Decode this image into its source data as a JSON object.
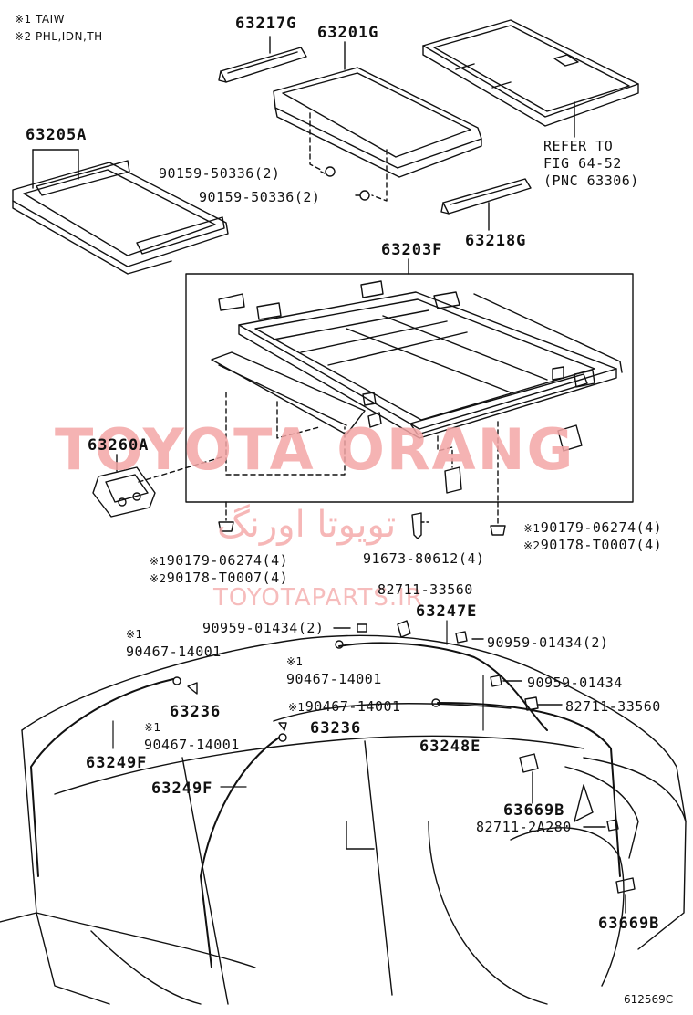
{
  "notes": {
    "n1": "※1 TAIW",
    "n2": "※2 PHL,IDN,TH"
  },
  "parts": {
    "p63217G": "63217G",
    "p63201G": "63201G",
    "p63205A": "63205A",
    "p90159a": "90159-50336(2)",
    "p90159b": "90159-50336(2)",
    "p63218G": "63218G",
    "p63203F": "63203F",
    "p63260A": "63260A",
    "p90179_left": "90179-06274(4)",
    "p90178_left": "90178-T0007(4)",
    "p91673": "91673-80612(4)",
    "p90179_right": "90179-06274(4)",
    "p90178_right": "90178-T0007(4)",
    "p82711_33560_top": "82711-33560",
    "p63247E": "63247E",
    "p90959_a": "90959-01434(2)",
    "p90959_b": "90959-01434(2)",
    "p90959_c": "90959-01434",
    "p82711_33560_right": "82711-33560",
    "p90467_a": "90467-14001",
    "p90467_b": "90467-14001",
    "p90467_c": "90467-14001",
    "p90467_d": "90467-14001",
    "p63236_a": "63236",
    "p63236_b": "63236",
    "p63249F_a": "63249F",
    "p63249F_b": "63249F",
    "p63248E": "63248E",
    "p63669B_a": "63669B",
    "p82711_2A280": "82711-2A280",
    "p63669B_b": "63669B"
  },
  "marks": {
    "m1": "※1",
    "m2": "※2"
  },
  "refer": {
    "line1": "REFER TO",
    "line2": "FIG 64-52",
    "line3": "(PNC 63306)"
  },
  "watermark": {
    "main": "TOYOTA ORANG",
    "arabic": "تويوتا اورنگ",
    "site": "TOYOTAPARTS.IR"
  },
  "figure_code": "612569C",
  "colors": {
    "line": "#111111",
    "watermark": "#f4a6a6"
  }
}
